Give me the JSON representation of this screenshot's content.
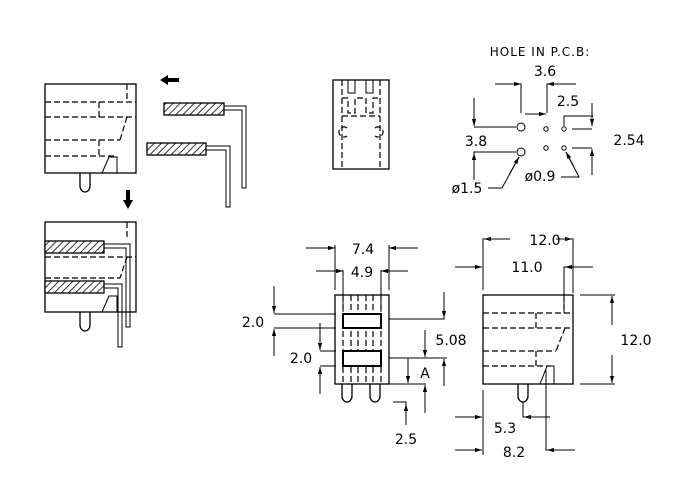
{
  "labels": {
    "hole_title": "HOLE IN P.C.B:",
    "pcb_3_6": "3.6",
    "pcb_2_5": "2.5",
    "pcb_3_8": "3.8",
    "pcb_2_54": "2.54",
    "pcb_d1_5": "ø1.5",
    "pcb_d0_9": "ø0.9",
    "front_7_4": "7.4",
    "front_4_9": "4.9",
    "front_2_0_a": "2.0",
    "front_2_0_b": "2.0",
    "front_5_08": "5.08",
    "front_A": "A",
    "front_2_5": "2.5",
    "side_12_0_w": "12.0",
    "side_11_0": "11.0",
    "side_12_0_h": "12.0",
    "side_5_3": "5.3",
    "side_8_2": "8.2"
  }
}
